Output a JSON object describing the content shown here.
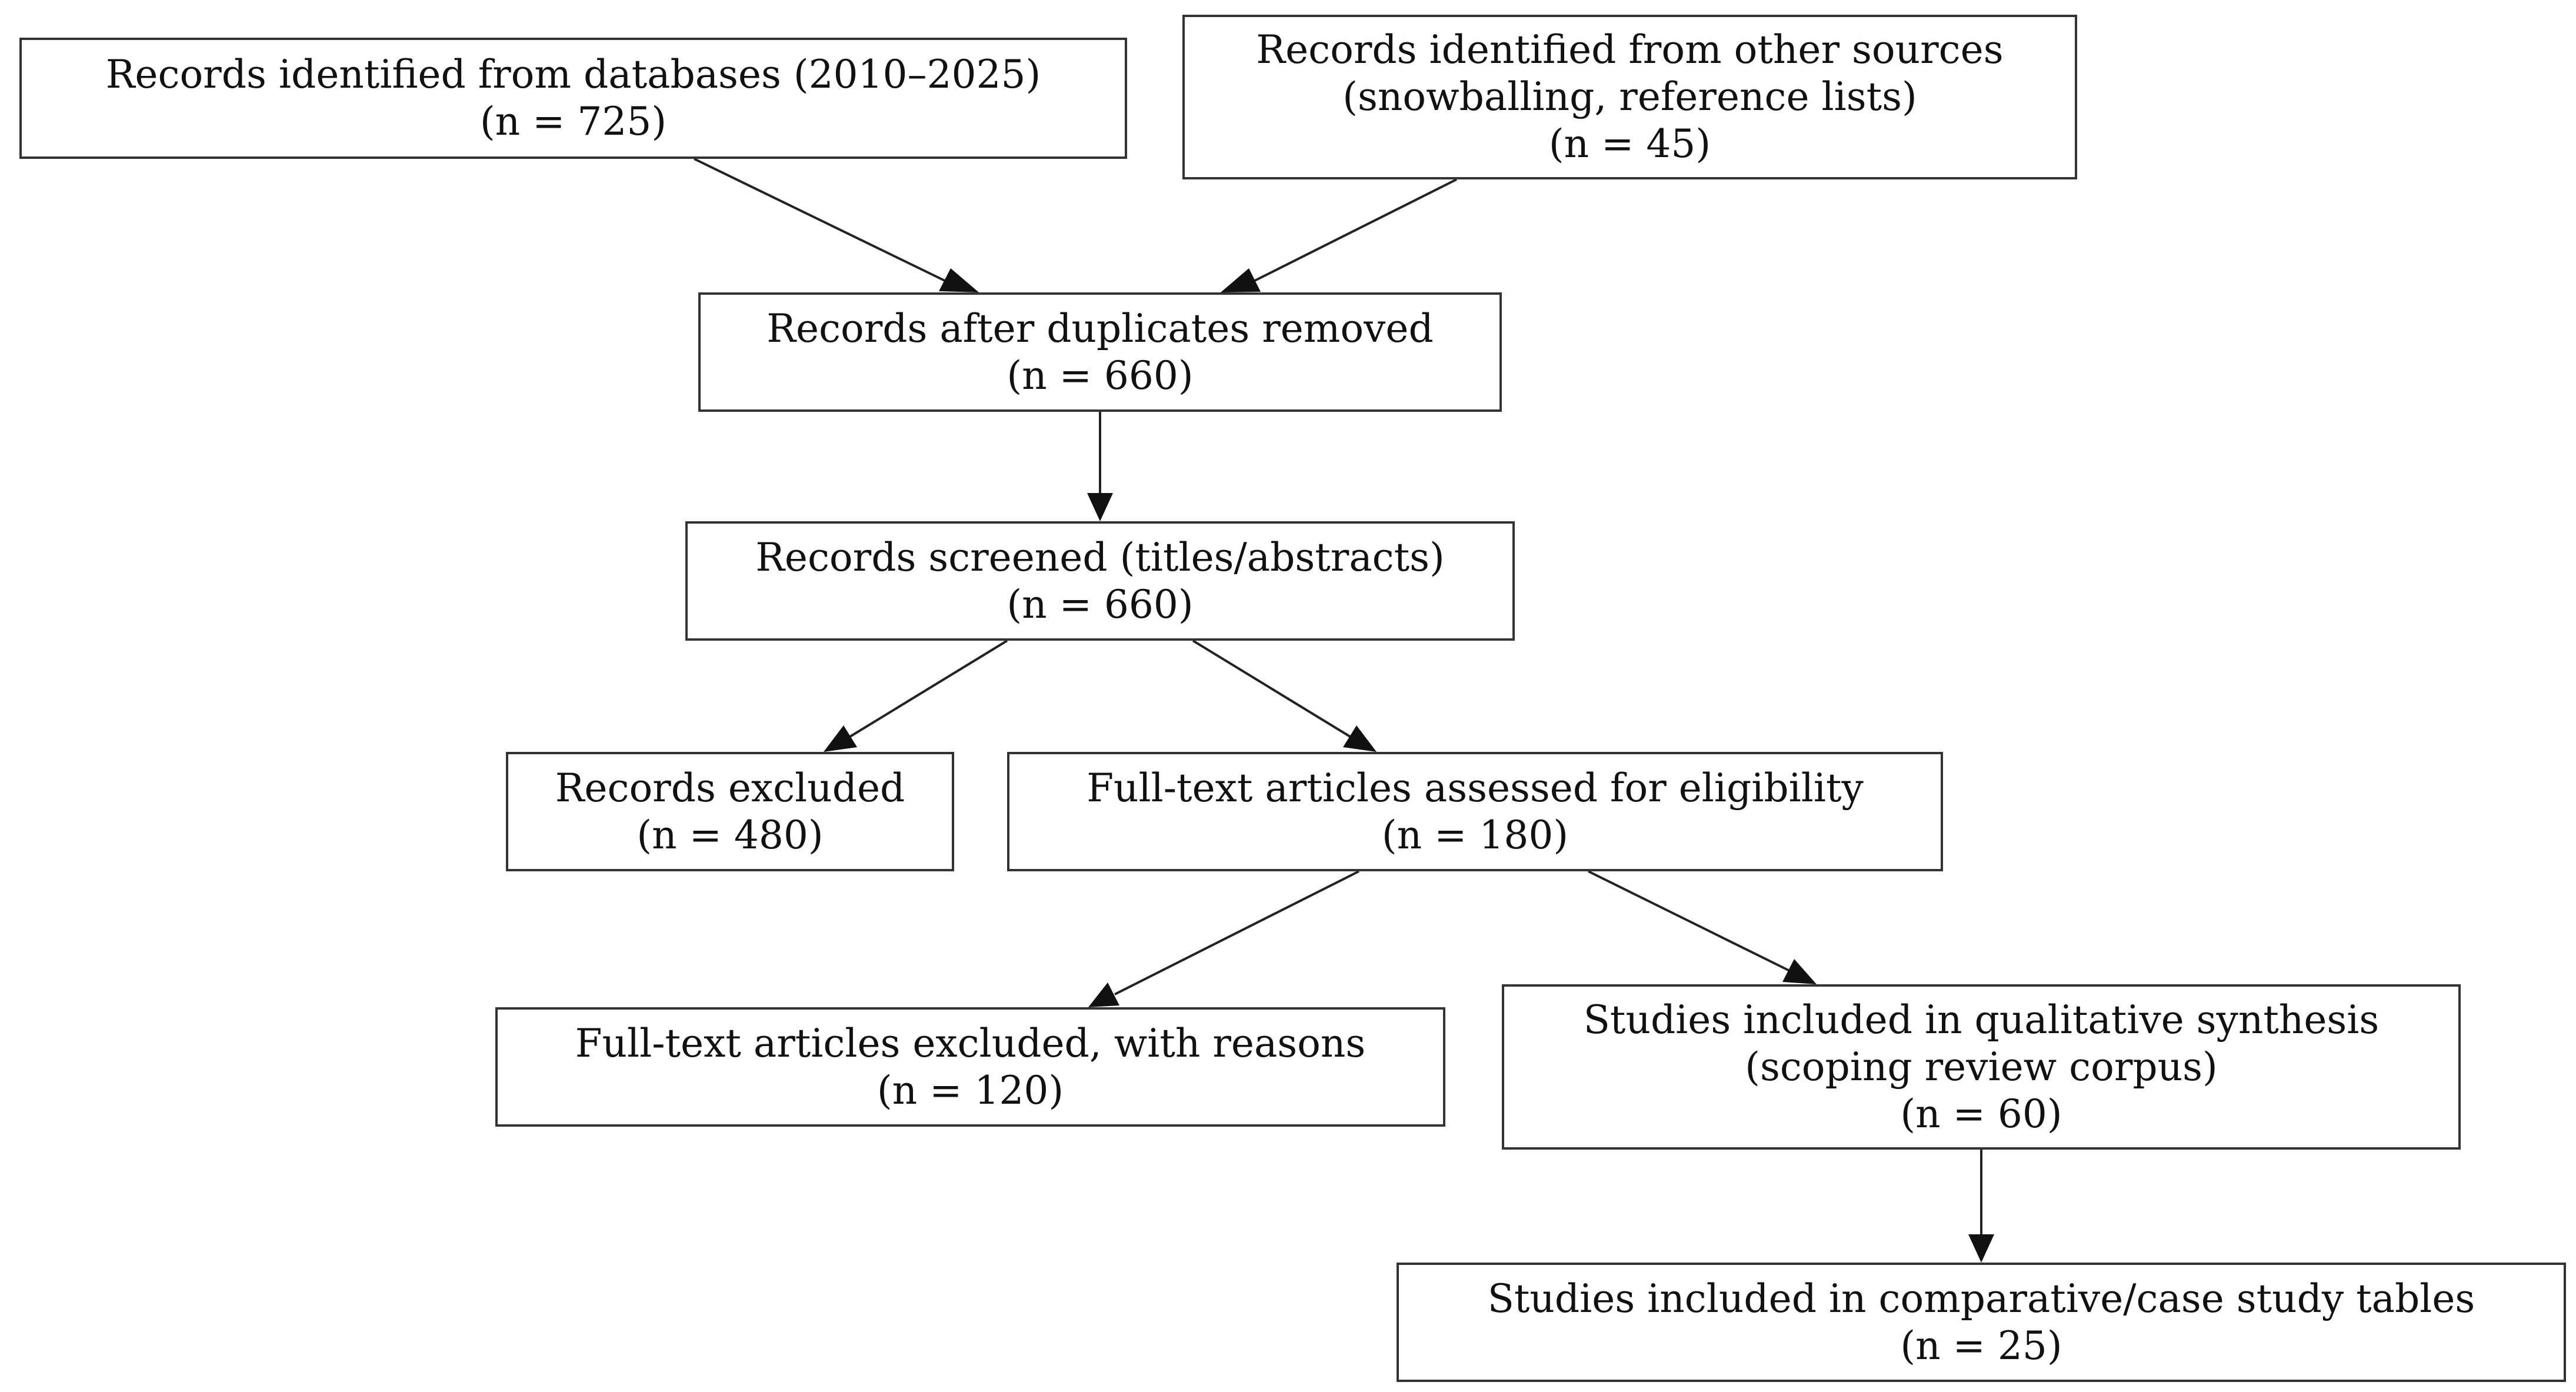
{
  "flowchart": {
    "nodes": [
      {
        "id": "db",
        "lines": [
          "Records identified from databases (2010–2025)",
          "(n = 725)"
        ]
      },
      {
        "id": "other",
        "lines": [
          "Records identified from other sources",
          "(snowballing, reference lists)",
          "(n = 45)"
        ]
      },
      {
        "id": "dedup",
        "lines": [
          "Records after duplicates removed",
          "(n = 660)"
        ]
      },
      {
        "id": "screened",
        "lines": [
          "Records screened (titles/abstracts)",
          "(n = 660)"
        ]
      },
      {
        "id": "excl",
        "lines": [
          "Records excluded",
          "(n = 480)"
        ]
      },
      {
        "id": "fulltext",
        "lines": [
          "Full-text articles assessed for eligibility",
          "(n = 180)"
        ]
      },
      {
        "id": "ftexcl",
        "lines": [
          "Full-text articles excluded, with reasons",
          "(n = 120)"
        ]
      },
      {
        "id": "qual",
        "lines": [
          "Studies included in qualitative synthesis",
          "(scoping review corpus)",
          "(n = 60)"
        ]
      },
      {
        "id": "comp",
        "lines": [
          "Studies included in comparative/case study tables",
          "(n = 25)"
        ]
      }
    ],
    "edges": [
      {
        "from": "db",
        "to": "dedup"
      },
      {
        "from": "other",
        "to": "dedup"
      },
      {
        "from": "dedup",
        "to": "screened"
      },
      {
        "from": "screened",
        "to": "excl"
      },
      {
        "from": "screened",
        "to": "fulltext"
      },
      {
        "from": "fulltext",
        "to": "ftexcl"
      },
      {
        "from": "fulltext",
        "to": "qual"
      },
      {
        "from": "qual",
        "to": "comp"
      }
    ]
  }
}
